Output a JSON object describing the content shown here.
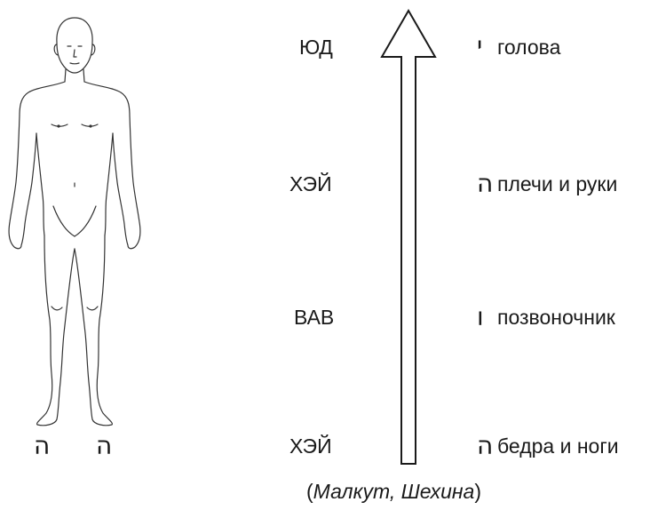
{
  "rows": [
    {
      "name": "ЮД",
      "letter": "י",
      "part": "голова"
    },
    {
      "name": "ХЭЙ",
      "letter": "ה",
      "part": "плечи и руки"
    },
    {
      "name": "ВАВ",
      "letter": "ו",
      "part": "позвоночник"
    },
    {
      "name": "ХЭЙ",
      "letter": "ה",
      "part": "бедра и ноги"
    }
  ],
  "feet_letters": [
    "ה",
    "ה"
  ],
  "caption": {
    "open": "(",
    "malkut": "Малкут",
    "sep": ", ",
    "shekhina": "Шехина",
    "close": ")"
  }
}
